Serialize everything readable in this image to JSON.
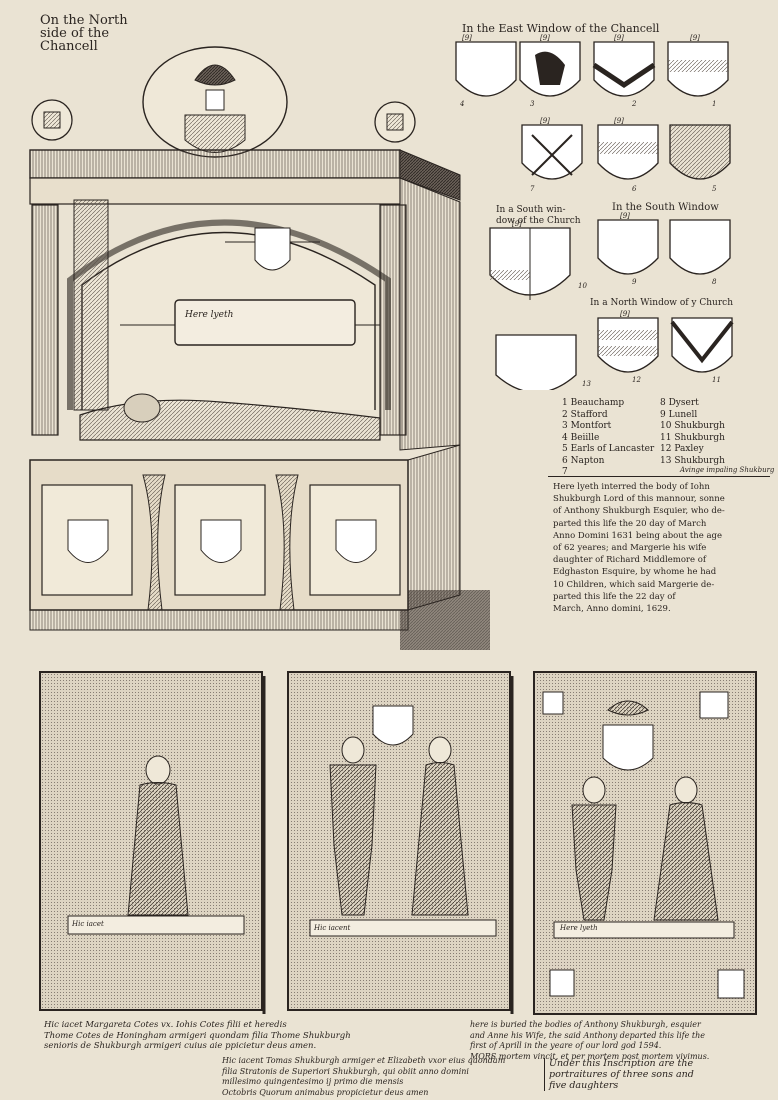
{
  "top_left_caption": [
    "On the North",
    "side of the",
    "Chancell"
  ],
  "east_window_caption": "In the East Window of the Chancell",
  "south_window_church_caption": [
    "In a South win-",
    "dow of the Church"
  ],
  "south_window_caption": "In the South Window",
  "north_window_caption": "In a North Window of y Church",
  "shield_refs": [
    "[9]",
    "[9]",
    "[9]",
    "[9]",
    "[9]",
    "[9]",
    "[9]",
    "[9]",
    "[9]"
  ],
  "shield_numbers": [
    "4",
    "3",
    "2",
    "1",
    "7",
    "6",
    "5",
    "10",
    "9",
    "8",
    "13",
    "12",
    "11"
  ],
  "key_left": [
    "1  Beauchamp",
    "2  Stafford",
    "3  Montfort",
    "4  Beiille",
    "5  Earls of Lancaster",
    "6  Napton",
    "7"
  ],
  "key_right": [
    "8  Dysert",
    "9  Lunell",
    "10  Shukburgh",
    "11  Shukburgh",
    "12  Paxley",
    "13  Shukburgh"
  ],
  "key_note": "Avinge impaling Shukburg",
  "tomb_plaque": "Here lyeth",
  "inscription": [
    "Here lyeth interred the body of Iohn",
    "Shukburgh Lord of this mannour, sonne",
    "of Anthony Shukburgh Esquier, who de-",
    "parted this life the 20 day of March",
    "Anno Domini 1631 being about the age",
    "of 62 yeares; and Margerie his wife",
    "daughter of Richard Middlemore of",
    "Edghaston Esquire, by whome he had",
    "10 Children, which said Margerie de-",
    "parted this life the 22 day of",
    "March, Anno domini, 1629."
  ],
  "brass_labels": [
    "Hic iacet",
    "Hic iacent",
    "Here lyeth"
  ],
  "footer_left": [
    "Hic iacet Margareta Cotes vx. Iohis Cotes filii et heredis",
    "Thome Cotes de Honingham armigeri quondam filia Thome Shukburgh",
    "senioris de Shukburgh armigeri cuius aie ppicietur deus amen."
  ],
  "footer_right": [
    "here is buried the bodies of Anthony Shukburgh, esquier",
    "and Anne his Wife, the said Anthony departed this life the",
    "first of Aprill in the yeare of our lord god 1594.",
    "MORS mortem vincit, et per mortem post mortem vivimus."
  ],
  "footer_center": [
    "Hic iacent Tomas Shukburgh armiger et Elizabeth vxor eius quondam",
    "filia Stratonis de Superiori Shukburgh, qui obiit anno domini",
    "millesimo quingentesimo ij primo die mensis",
    "Octobris  Quorum animabus propicietur deus  amen"
  ],
  "footer_note": [
    "Under this Inscription are the",
    "portraitures of three sons and",
    "five daughters"
  ]
}
